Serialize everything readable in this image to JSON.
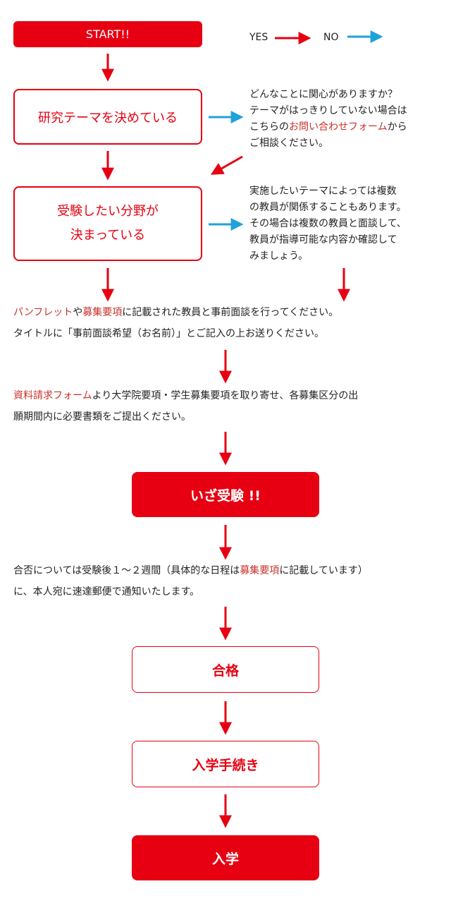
{
  "start_label": "START!!",
  "legend": {
    "yes": "YES",
    "no": "NO"
  },
  "colors": {
    "accent": "#e60012",
    "link": "#c8312b",
    "no_arrow": "#1fa1dc"
  },
  "step_research": "研究テーマを決めている",
  "side_no_theme": {
    "line1": "どんなことに関心がありますか？",
    "line2": "テーマがはっきりしていない場合は",
    "line3_pre": "こちらの",
    "line3_link": "お問い合わせフォーム",
    "line3_post": "から",
    "line4": "ご相談ください。"
  },
  "step_field": {
    "line1": "受験したい分野が",
    "line2": "決まっている"
  },
  "side_field_no": {
    "line1": "実施したいテーマによっては複数",
    "line2": "の教員が関係することもあります。",
    "line3": "その場合は複数の教員と面談して、",
    "line4": "教員が指導可能な内容か確認して",
    "line5": "みましょう。"
  },
  "interview": {
    "link1": "パンフレット",
    "text1": "や",
    "link2": "募集要項",
    "text2": "に記載された教員と事前面談を行ってください。",
    "line2": "タイトルに「事前面談希望（お名前）」とご記入の上お送りください。"
  },
  "materials": {
    "link": "資料請求フォーム",
    "text": "より大学院要項・学生募集要項を取り寄せ、各募集区分の出",
    "line2": "願期間内に必要書類をご提出ください。"
  },
  "exam_label": "いざ受験 !!",
  "result": {
    "text1": "合否については受験後１～２週間（具体的な日程は",
    "link": "募集要項",
    "text2": "に記載しています）",
    "line2": "に、本人宛に速達郵便で通知いたします。"
  },
  "pass_label": "合格",
  "enroll_proc_label": "入学手続き",
  "enroll_label": "入学"
}
